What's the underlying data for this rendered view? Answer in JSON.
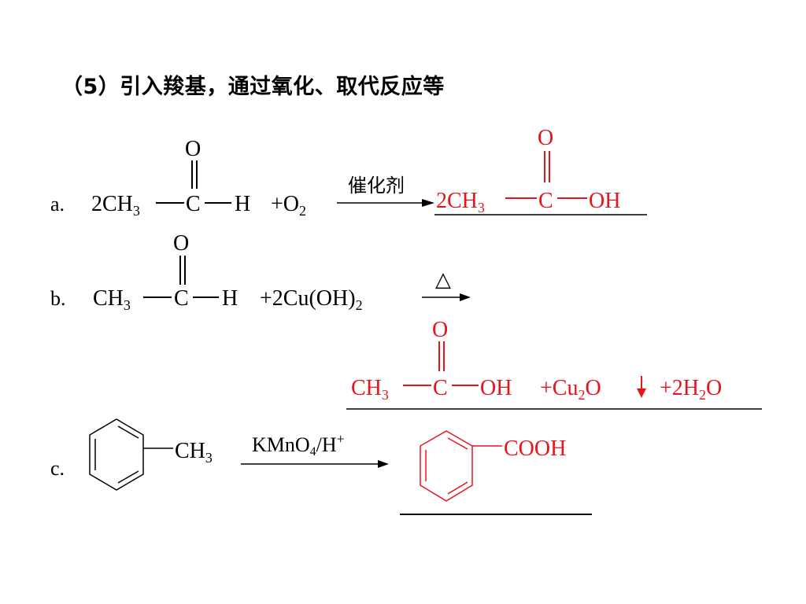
{
  "slide": {
    "title": "（5）引入羧基，通过氧化、取代反应等",
    "colors": {
      "text": "#000000",
      "product": "#e8141b"
    }
  },
  "reactions": {
    "a": {
      "label": "a.",
      "reactant_coef": "2CH",
      "reactant_sub": "3",
      "carbonyl_c": "C",
      "carbonyl_o": "O",
      "h": "H",
      "plus_o2": "+O",
      "o2_sub": "2",
      "condition": "催化剂",
      "product_coef": "2CH",
      "product_sub": "3",
      "product_c": "C",
      "product_o": "O",
      "product_oh": "OH"
    },
    "b": {
      "label": "b.",
      "reactant": "CH",
      "reactant_sub": "3",
      "carbonyl_c": "C",
      "carbonyl_o": "O",
      "h": "H",
      "reagent_main": "+2Cu(OH)",
      "reagent_sub": "2",
      "condition": "△",
      "product_ch": "CH",
      "product_sub": "3",
      "product_c": "C",
      "product_o": "O",
      "product_oh": "OH",
      "plus_cu2o_a": "+Cu",
      "cu2o_sub": "2",
      "cu2o_b": "O",
      "plus_h2o_a": "+2H",
      "h2o_sub": "2",
      "h2o_b": "O"
    },
    "c": {
      "label": "c.",
      "substituent": "CH",
      "substituent_sub": "3",
      "condition_a": "KMnO",
      "condition_sub": "4",
      "condition_b": "/H",
      "condition_sup": "+",
      "product_group": "COOH"
    }
  }
}
